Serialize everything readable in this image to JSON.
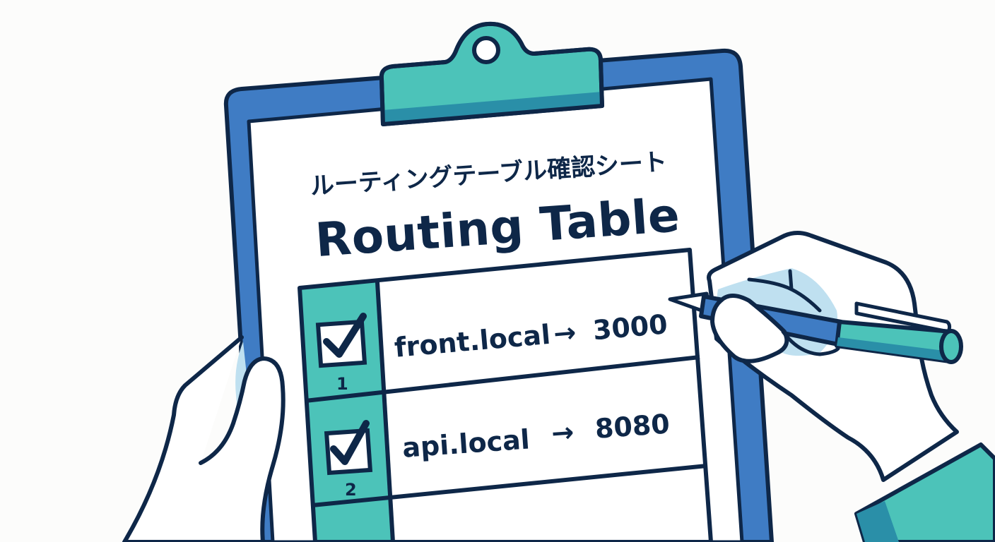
{
  "sheet": {
    "title_jp": "ルーティングテーブル確認シート",
    "title_en": "Routing Table"
  },
  "table": {
    "rows": [
      {
        "number": "1",
        "host": "front.local",
        "arrow": "→",
        "port": "3000",
        "checked": true
      },
      {
        "number": "2",
        "host": "api.local",
        "arrow": "→",
        "port": "8080",
        "checked": true
      },
      {
        "number": "",
        "host": "",
        "arrow": "",
        "port": "",
        "checked": false
      }
    ]
  },
  "colors": {
    "outline": "#0e2748",
    "board_blue": "#3f7cc4",
    "clip_teal": "#4cc3b9",
    "clip_shadow": "#2a8fa8",
    "skin_shadow": "#bfe0f0",
    "paper": "#ffffff",
    "background": "#fcfcfb"
  }
}
